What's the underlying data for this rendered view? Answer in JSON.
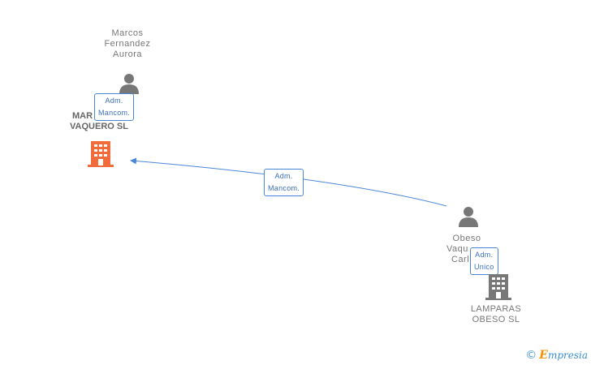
{
  "nodes": {
    "person_top": {
      "name_lines": [
        "Marcos",
        "Fernandez",
        "Aurora"
      ]
    },
    "company_left": {
      "name_lines": [
        "MAR",
        "VAQUERO SL"
      ],
      "color": "#f26b3a"
    },
    "person_right": {
      "name_lines": [
        "Obeso",
        "Vaqu",
        "Carl"
      ]
    },
    "company_right": {
      "name_lines": [
        "LAMPARAS",
        "OBESO SL"
      ],
      "color": "#777777"
    }
  },
  "edges": {
    "top_badge": [
      "Adm.",
      "Mancom."
    ],
    "middle_badge": [
      "Adm.",
      "Mancom."
    ],
    "right_badge": [
      "Adm.",
      "Unico"
    ]
  },
  "colors": {
    "edge": "#4a86d8",
    "person": "#777777"
  },
  "brand": {
    "copyright": "©",
    "e_letter": "E",
    "name": "mpresia"
  }
}
